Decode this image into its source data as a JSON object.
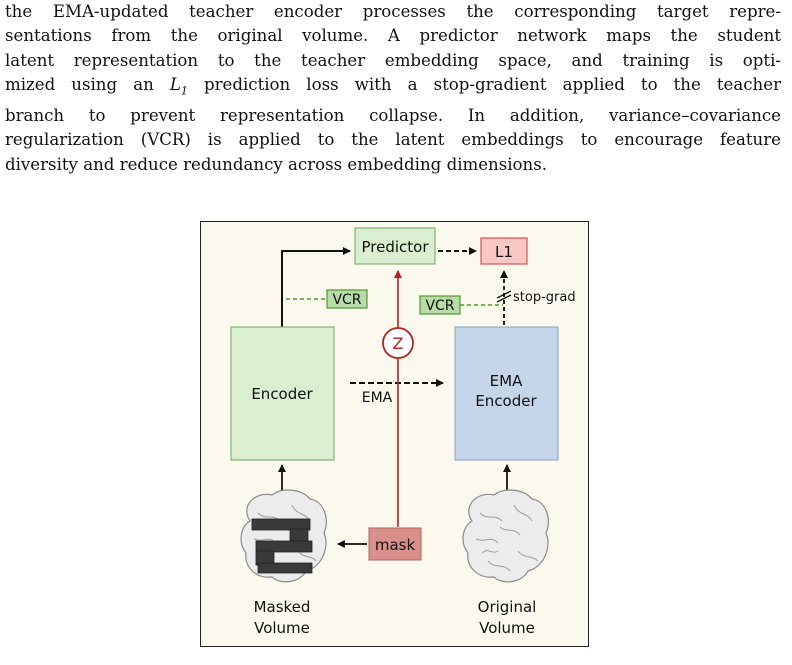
{
  "paragraph": {
    "lines": [
      "the EMA-updated teacher encoder processes the corresponding target repre-",
      "sentations from the original volume. A predictor network maps the student",
      "latent representation to the teacher embedding space, and training is opti-",
      "mized using an ",
      "prediction loss with a stop-gradient applied to the teacher",
      "branch to prevent representation collapse. In addition, variance–covariance",
      "regularization (VCR) is applied to the latent embeddings to encourage feature",
      "diversity and reduce redundancy across embedding dimensions."
    ],
    "math_L": "L",
    "math_sub": "1"
  },
  "figure": {
    "predictor": "Predictor",
    "loss": "L1",
    "stop_grad": "stop-grad",
    "vcr_left": "VCR",
    "vcr_right": "VCR",
    "latent": "Z",
    "encoder": "Encoder",
    "ema_encoder_line1": "EMA",
    "ema_encoder_line2": "Encoder",
    "ema_arrow": "EMA",
    "mask": "mask",
    "masked_volume_line1": "Masked",
    "masked_volume_line2": "Volume",
    "original_volume_line1": "Original",
    "original_volume_line2": "Volume"
  },
  "colors": {
    "figure_bg": "#fbf9ee",
    "encoder_fill": "#d9efcf",
    "ema_encoder_fill": "#c5d5ea",
    "vcr_fill": "#b8dca7",
    "vcr_stroke": "#4e9a2f",
    "loss_fill": "#f8c9c4",
    "loss_stroke": "#d9534f",
    "mask_fill": "#d9908a",
    "latent_stroke": "#b62020",
    "red_arrow": "#b62020"
  }
}
